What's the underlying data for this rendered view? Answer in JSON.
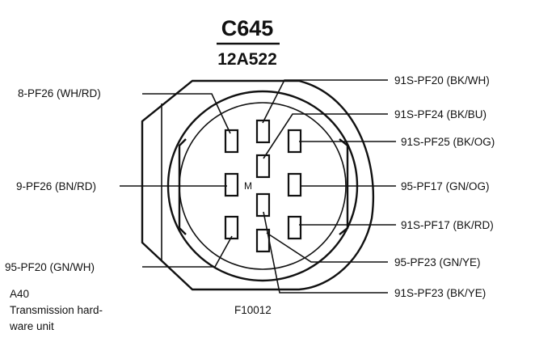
{
  "connector": {
    "title": "C645",
    "part_number": "12A522",
    "pin_marker": "M",
    "figure_id": "F10012",
    "caption_lines": [
      "A40",
      "Transmission hard-",
      "ware unit"
    ]
  },
  "circuits_left": [
    "8-PF26 (WH/RD)",
    "9-PF26 (BN/RD)",
    "95-PF20 (GN/WH)"
  ],
  "circuits_right": [
    "91S-PF20 (BK/WH)",
    "91S-PF24 (BK/BU)",
    "91S-PF25 (BK/OG)",
    "95-PF17 (GN/OG)",
    "91S-PF17 (BK/RD)",
    "95-PF23 (GN/YE)",
    "91S-PF23 (BK/YE)"
  ]
}
